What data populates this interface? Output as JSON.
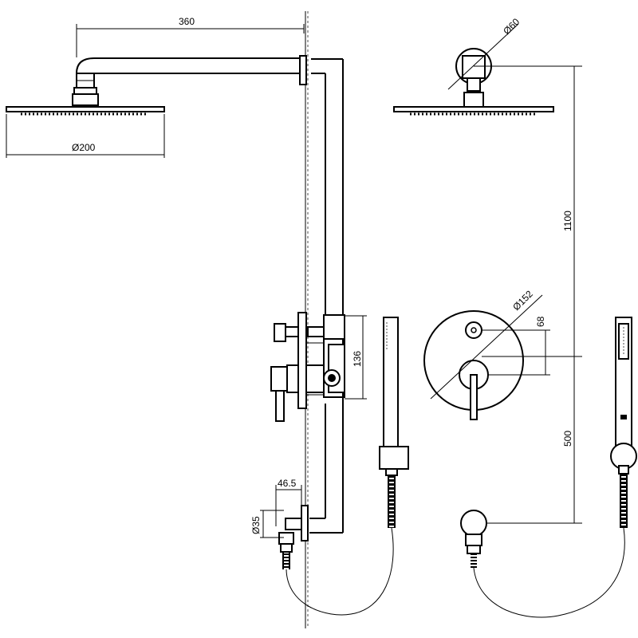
{
  "dimensions": {
    "arm_length": "360",
    "head_diameter": "Ø200",
    "flange_diameter": "Ø60",
    "rail_height": "1100",
    "plate_diameter": "Ø152",
    "valve_spacing": "68",
    "valve_depth": "136",
    "outlet_height": "500",
    "outlet_depth": "46.5",
    "outlet_diameter": "Ø35"
  }
}
